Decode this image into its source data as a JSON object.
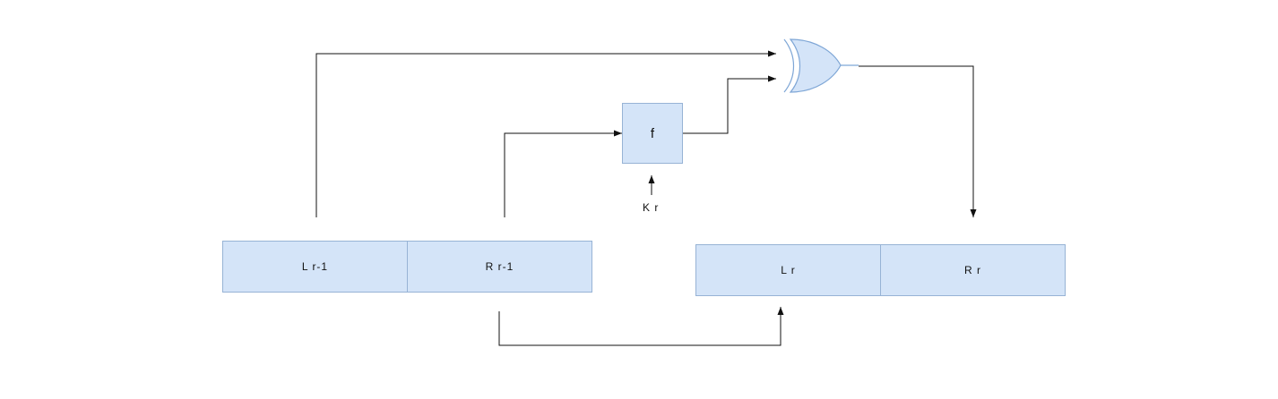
{
  "diagram": {
    "left_prev": "L r-1",
    "right_prev": "R r-1",
    "left_next": "L r",
    "right_next": "R r",
    "function": "f",
    "key": "K r"
  },
  "colors": {
    "box_fill": "#d4e4f8",
    "box_border": "#97b3d5",
    "line": "#111111"
  },
  "icons": {
    "gate": "xor-gate-icon"
  }
}
